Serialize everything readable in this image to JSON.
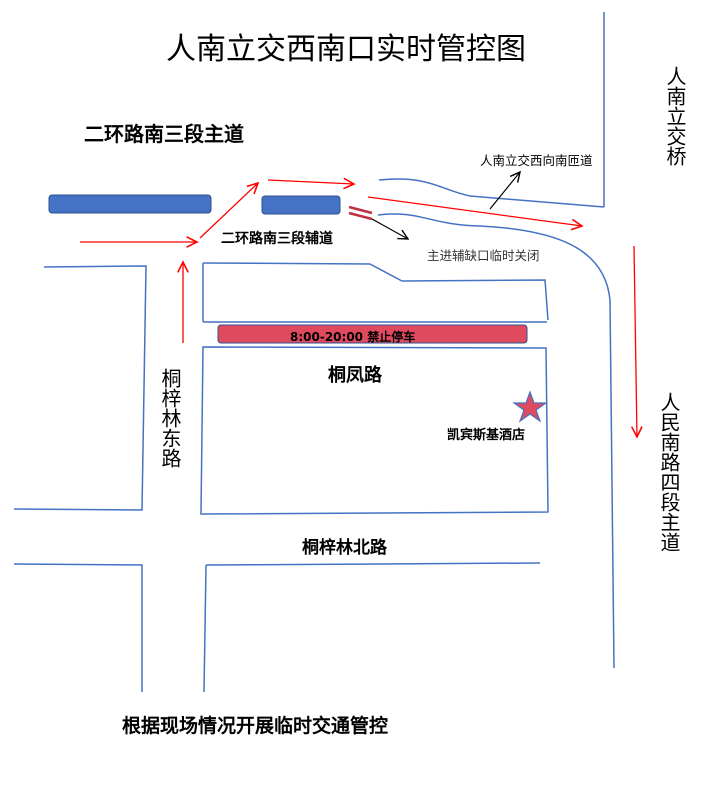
{
  "title": "人南立交西南口实时管控图",
  "labels": {
    "erhuan_main": "二环路南三段主道",
    "erhuan_aux": "二环路南三段辅道",
    "ramp": "人南立交西向南匝道",
    "closure": "主进辅缺口临时关闭",
    "no_parking": "8:00-20:00 禁止停车",
    "tongfeng": "桐凤路",
    "hotel": "凯宾斯基酒店",
    "tongzilin_east": "桐梓林东路",
    "tongzilin_north": "桐梓林北路",
    "rennan_bridge": "人南立交桥",
    "renmin_south": "人民南路四段主道",
    "footer": "根据现场情况开展临时交通管控"
  },
  "colors": {
    "road": "#4472c4",
    "arrow": "#ff0000",
    "barrier": "#4472c4",
    "no_parking": "#e04a5f",
    "star": "#e04a5f"
  }
}
